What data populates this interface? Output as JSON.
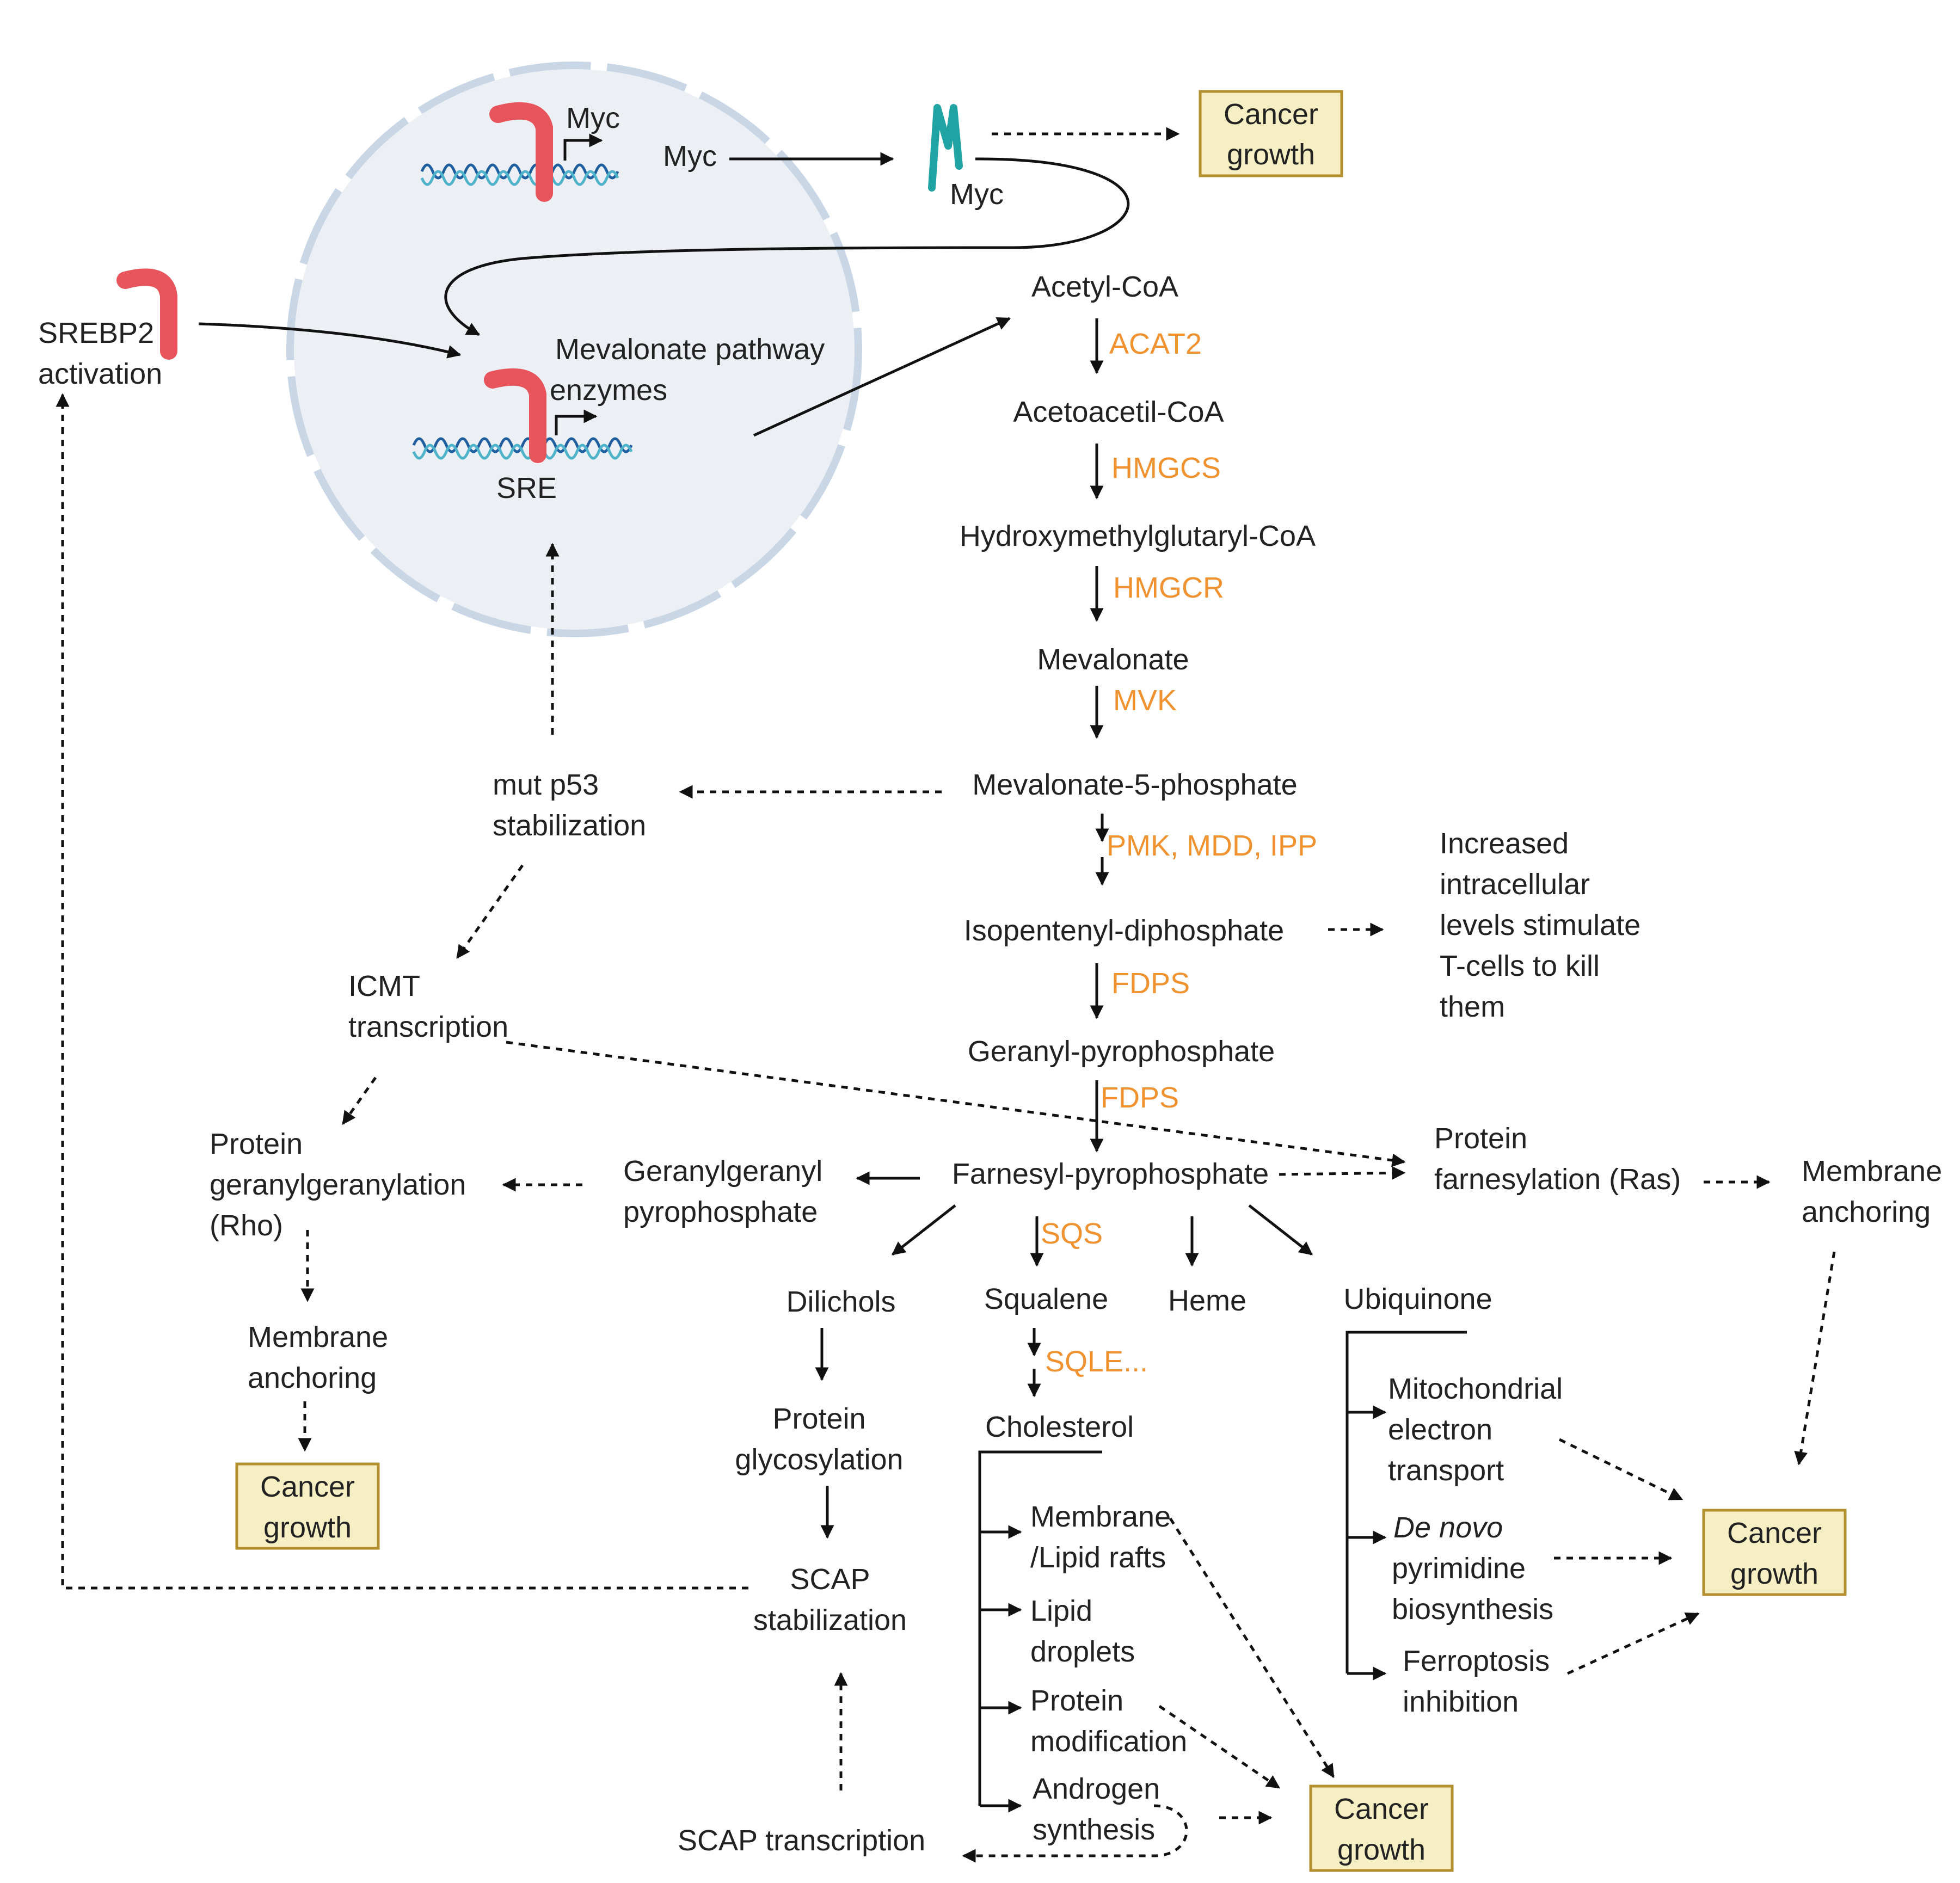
{
  "nucleus": {
    "myc_gene_label": "Myc",
    "myc_mrna_label": "Myc",
    "pathway_label_line1": "Mevalonate pathway",
    "pathway_label_line2": "enzymes",
    "sre_label": "SRE"
  },
  "myc_protein_label": "Myc",
  "srebp2": {
    "line1": "SREBP2",
    "line2": "activation"
  },
  "cancer_growth": {
    "line1": "Cancer",
    "line2": "growth"
  },
  "pathway": {
    "acetyl_coa": "Acetyl-CoA",
    "acat2": "ACAT2",
    "acetoacetil_coa": "Acetoacetil-CoA",
    "hmgcs": "HMGCS",
    "hmg_coa": "Hydroxymethylglutaryl-CoA",
    "hmgcr": "HMGCR",
    "mevalonate": "Mevalonate",
    "mvk": "MVK",
    "mev5p": "Mevalonate-5-phosphate",
    "pmk": "PMK, MDD, IPP",
    "ipp": "Isopentenyl-diphosphate",
    "fdps1": "FDPS",
    "gpp": "Geranyl-pyrophosphate",
    "fdps2": "FDPS",
    "fpp": "Farnesyl-pyrophosphate",
    "sqs": "SQS",
    "sqle": "SQLE...",
    "squalene": "Squalene",
    "cholesterol": "Cholesterol",
    "heme": "Heme",
    "ubiquinone": "Ubiquinone",
    "dilichols": "Dilichols",
    "ggpp_line1": "Geranylgeranyl",
    "ggpp_line2": "pyrophosphate"
  },
  "p53": {
    "line1": "mut p53",
    "line2": "stabilization"
  },
  "icmt": {
    "line1": "ICMT",
    "line2": "transcription"
  },
  "geranylgeranylation": {
    "line1": "Protein",
    "line2": "geranylgeranylation",
    "line3": "(Rho)"
  },
  "left_membrane": {
    "line1": "Membrane",
    "line2": "anchoring"
  },
  "right_membrane": {
    "line1": "Membrane",
    "line2": "anchoring"
  },
  "farnesylation": {
    "line1": "Protein",
    "line2": "farnesylation (Ras)"
  },
  "tcells": {
    "line1": "Increased",
    "line2": "intracellular",
    "line3": "levels stimulate",
    "line4": "T-cells to kill",
    "line5": "them"
  },
  "glycosylation": {
    "line1": "Protein",
    "line2": "glycosylation"
  },
  "scap_stab": {
    "line1": "SCAP",
    "line2": "stabilization"
  },
  "scap_transcription": "SCAP transcription",
  "cholesterol_branches": {
    "membrane_line1": "Membrane",
    "membrane_line2": "/Lipid rafts",
    "droplets_line1": "Lipid",
    "droplets_line2": "droplets",
    "protein_line1": "Protein",
    "protein_line2": "modification",
    "androgen_line1": "Androgen",
    "androgen_line2": "synthesis"
  },
  "ubiquinone_branches": {
    "mito_line1": "Mitochondrial",
    "mito_line2": "electron",
    "mito_line3": "transport",
    "pyr_line1": "De novo",
    "pyr_line2": "pyrimidine",
    "pyr_line3": "biosynthesis",
    "ferro_line1": "Ferroptosis",
    "ferro_line2": "inhibition"
  },
  "colors": {
    "enzyme": "#f0922f",
    "srebp2_protein": "#e8545b",
    "myc_protein": "#1fa3a3",
    "dna_strand_1": "#1f5fa0",
    "dna_strand_2": "#4fb3c9",
    "nucleus_fill": "#eceff3",
    "nucleus_border": "#c8d6e6",
    "cancer_box_fill": "#f6efc4",
    "cancer_box_border": "#b38f30"
  }
}
